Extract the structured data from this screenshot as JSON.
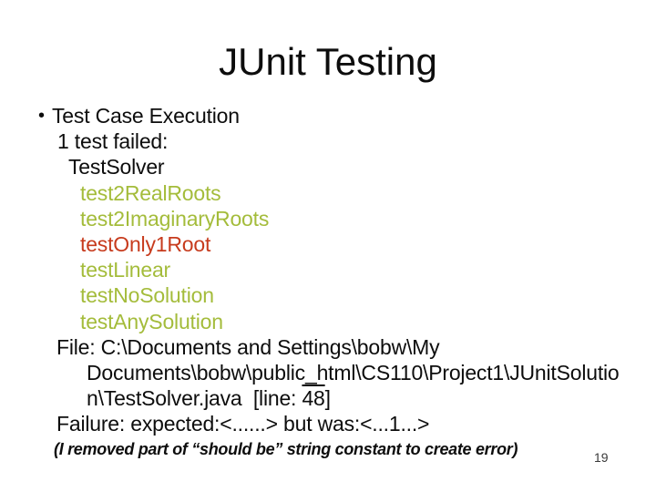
{
  "slide": {
    "title": "JUnit Testing",
    "bullet_char": "•",
    "colors": {
      "body": "#0d0d0d",
      "pass": "#a4bc3b",
      "fail": "#c73b1d"
    },
    "lines": [
      {
        "text": "Test Case Execution",
        "x": 57,
        "color": "body",
        "bullet": true
      },
      {
        "text": "1 test failed:",
        "x": 63,
        "color": "body"
      },
      {
        "text": "TestSolver",
        "x": 75,
        "color": "body"
      },
      {
        "text": "test2RealRoots",
        "x": 88,
        "color": "pass"
      },
      {
        "text": "test2ImaginaryRoots",
        "x": 88,
        "color": "pass"
      },
      {
        "text": "testOnly1Root",
        "x": 88,
        "color": "fail"
      },
      {
        "text": "testLinear",
        "x": 88,
        "color": "pass"
      },
      {
        "text": "testNoSolution",
        "x": 88,
        "color": "pass"
      },
      {
        "text": "testAnySolution",
        "x": 88,
        "color": "pass"
      },
      {
        "text": "File: C:\\Documents and Settings\\bobw\\My",
        "x": 62,
        "color": "body"
      },
      {
        "text": "Documents\\bobw\\public_html\\CS110\\Project1\\JUnitSolutio",
        "x": 95,
        "color": "body"
      },
      {
        "segments": [
          {
            "t": "n\\TestSolver.java  [line: "
          },
          {
            "t": "48",
            "overline": true
          },
          {
            "t": "]"
          }
        ],
        "x": 95,
        "color": "body"
      },
      {
        "text": "Failure: expected:<......> but was:<...1...>",
        "x": 62,
        "color": "body"
      }
    ],
    "footnote": "(I removed part of “should be” string constant to create error)",
    "page_number": "19"
  }
}
